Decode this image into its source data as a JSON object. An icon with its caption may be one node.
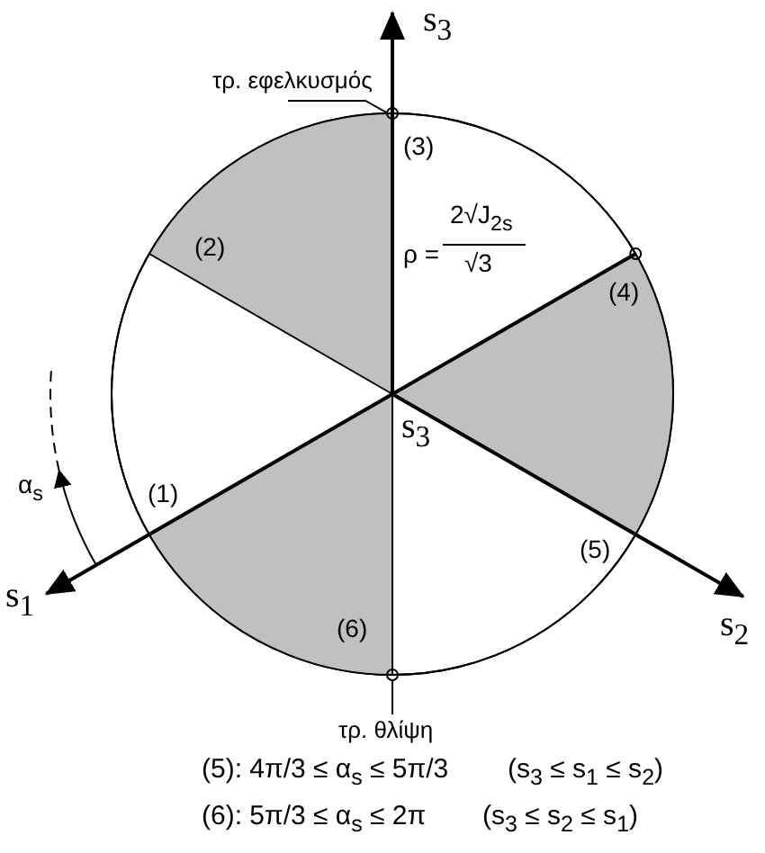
{
  "diagram": {
    "nodes": [
      {
        "text": [
          "τρ. εφελκυσμός"
        ]
      },
      {
        "text": [],
        "shape": "circle"
      },
      {
        "text": [],
        "shape": "circle"
      },
      {
        "text": [
          "τρ. θλίψη"
        ]
      }
    ],
    "edges": [
      {
        "from": 0,
        "to": 1,
        "arrow": "none"
      },
      {
        "from": 3,
        "to": 2,
        "arrow": "none"
      }
    ],
    "labels": [
      "s$_{3}$",
      "(3)",
      "ρ =",
      "2√J$_{2s}$",
      "√3",
      "(2)",
      "(4)",
      "s$_{3}$",
      "α$_{s}$",
      "(1)",
      "(5)",
      "s$_{1}$",
      "(6)",
      "s$_{2}$",
      "(5): 4π/3 ≤ α$_{s}$ ≤ 5π/3",
      "(s$_{3}$ ≤ s$_{1}$ ≤ s$_{2}$)",
      "(6): 5π/3 ≤ α$_{s}$ ≤ 2π",
      "(s$_{3}$ ≤ s$_{2}$ ≤ s$_{1}$)"
    ]
  }
}
